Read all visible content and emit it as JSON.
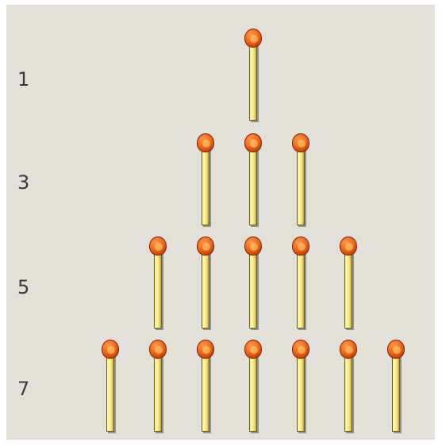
{
  "rows": [
    {
      "label": "1",
      "match_count": 1
    },
    {
      "label": "3",
      "match_count": 3
    },
    {
      "label": "5",
      "match_count": 5
    },
    {
      "label": "7",
      "match_count": 7
    }
  ],
  "colors": {
    "board_background": "#e3e0da",
    "match_head": "#e8581a",
    "match_stick": "#fff3a0",
    "label_text": "#3a3a3a"
  },
  "icons": {
    "match": "matchstick-icon"
  }
}
